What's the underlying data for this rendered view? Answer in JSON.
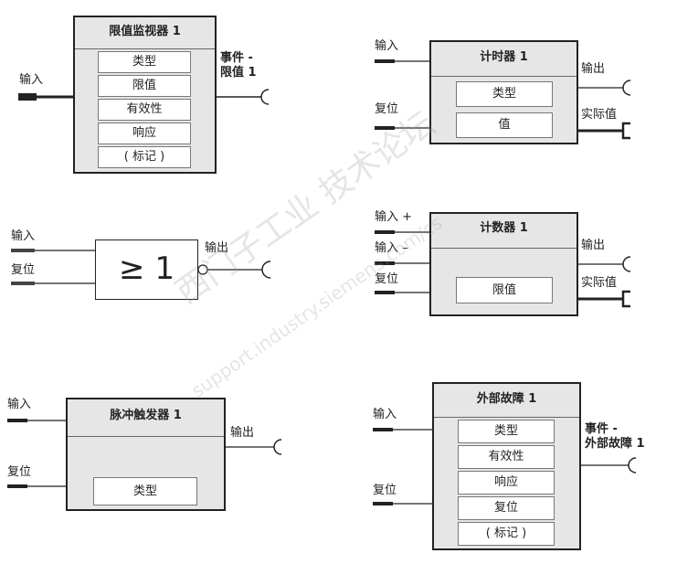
{
  "limit_monitor": {
    "title": "限值监视器 1",
    "fields": [
      "类型",
      "限值",
      "有效性",
      "响应",
      "( 标记 )"
    ],
    "input": "输入",
    "output_line1": "事件 -",
    "output_line2": "限值 1"
  },
  "timer": {
    "title": "计时器 1",
    "fields": [
      "类型",
      "值"
    ],
    "input": "输入",
    "reset": "复位",
    "output": "输出",
    "actual": "实际值"
  },
  "or_gate": {
    "symbol": "≥ 1",
    "input": "输入",
    "reset": "复位",
    "output": "输出"
  },
  "counter": {
    "title": "计数器 1",
    "fields": [
      "限值"
    ],
    "input_plus": "输入 +",
    "input_minus": "输入 –",
    "reset": "复位",
    "output": "输出",
    "actual": "实际值"
  },
  "pulse": {
    "title": "脉冲触发器 1",
    "fields": [
      "类型"
    ],
    "input": "输入",
    "reset": "复位",
    "output": "输出"
  },
  "ext_fault": {
    "title": "外部故障 1",
    "fields": [
      "类型",
      "有效性",
      "响应",
      "复位",
      "( 标记 )"
    ],
    "input": "输入",
    "reset": "复位",
    "output_line1": "事件 -",
    "output_line2": "外部故障 1"
  },
  "watermark": {
    "line1": "西门子工业 技术论坛",
    "line2": "support.industry.siemens.com/cs"
  }
}
